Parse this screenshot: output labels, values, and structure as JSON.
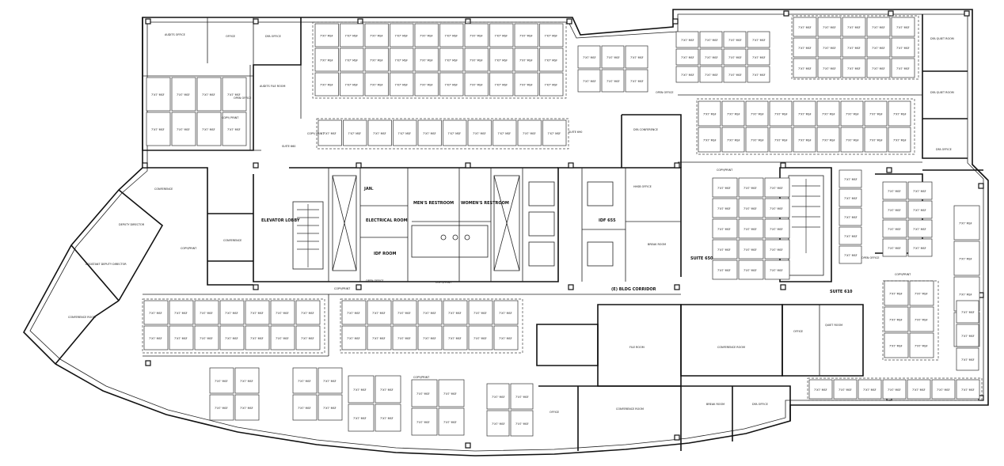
{
  "labels": [
    {
      "id": "elevator-lobby",
      "text": "ELEVATOR LOBBY"
    },
    {
      "id": "jan",
      "text": "JAN."
    },
    {
      "id": "electrical-room",
      "text": "ELECTRICAL ROOM"
    },
    {
      "id": "idf-room",
      "text": "IDF ROOM"
    },
    {
      "id": "mens-restroom",
      "text": "MEN'S RESTROOM"
    },
    {
      "id": "womens-restroom",
      "text": "WOMEN'S RESTROOM"
    },
    {
      "id": "idf-655",
      "text": "IDF 655"
    },
    {
      "id": "bldg-corridor",
      "text": "(E) BLDG CORRIDOR"
    },
    {
      "id": "suite-650",
      "text": "SUITE 650"
    },
    {
      "id": "suite-610",
      "text": "SUITE 610"
    },
    {
      "id": "suite-660",
      "text": "SUITE 660"
    },
    {
      "id": "suite-690",
      "text": "SUITE 690"
    },
    {
      "id": "break-upper",
      "text": "BREAK ROOM"
    },
    {
      "id": "break-lower",
      "text": "BREAK ROOM"
    },
    {
      "id": "conference-lower",
      "text": "CONFERENCE ROOM"
    },
    {
      "id": "conference-center",
      "text": "CONFERENCE ROOM"
    },
    {
      "id": "conference-west",
      "text": "CONFERENCE ROOM"
    },
    {
      "id": "conference-nw",
      "text": "CONFERENCE"
    },
    {
      "id": "conference-mid",
      "text": "CONFERENCE"
    },
    {
      "id": "dfa-conference",
      "text": "DFA CONFERENCE"
    },
    {
      "id": "deputy-director",
      "text": "DEPUTY DIRECTOR"
    },
    {
      "id": "assistant-deputy",
      "text": "ASSISTANT DEPUTY DIRECTOR"
    },
    {
      "id": "file-room",
      "text": "FILE ROOM"
    },
    {
      "id": "audits-file-room",
      "text": "AUDITS FILE ROOM"
    },
    {
      "id": "audits-office",
      "text": "AUDITS OFFICE"
    },
    {
      "id": "open-office-nw",
      "text": "OPEN OFFICE"
    },
    {
      "id": "open-office-n",
      "text": "OPEN OFFICE"
    },
    {
      "id": "open-office-center",
      "text": "OPEN OFFICE"
    },
    {
      "id": "open-office-east",
      "text": "OPEN OFFICE"
    },
    {
      "id": "dfa-quiet-1",
      "text": "DFA QUIET ROOM"
    },
    {
      "id": "dfa-quiet-2",
      "text": "DFA QUIET ROOM"
    },
    {
      "id": "hhsb-office",
      "text": "HHSB OFFICE"
    },
    {
      "id": "quiet-room",
      "text": "QUIET ROOM"
    },
    {
      "id": "copy-print-1",
      "text": "COPY/ PRINT"
    },
    {
      "id": "copy-print-2",
      "text": "COPY/ PRINT"
    },
    {
      "id": "copy-print-3",
      "text": "COPY/PRINT"
    },
    {
      "id": "copy-print-4",
      "text": "COPY/PRINT"
    },
    {
      "id": "copy-print-5",
      "text": "COPY/PRINT"
    },
    {
      "id": "copy-print-6",
      "text": "COPY/PRINT"
    },
    {
      "id": "copy-print-7",
      "text": "COPY/PRINT"
    },
    {
      "id": "copy-print-8",
      "text": "COPY/PRINT"
    },
    {
      "id": "office-1",
      "text": "OFFICE"
    },
    {
      "id": "office-2",
      "text": "OFFICE"
    },
    {
      "id": "office-3",
      "text": "OFFICE"
    },
    {
      "id": "dfa-office-1",
      "text": "DFA OFFICE"
    },
    {
      "id": "dfa-office-2",
      "text": "DFA OFFICE"
    },
    {
      "id": "dfa-office-3",
      "text": "DFA OFFICE"
    }
  ],
  "cubicle_text": "7'X7' MSF"
}
